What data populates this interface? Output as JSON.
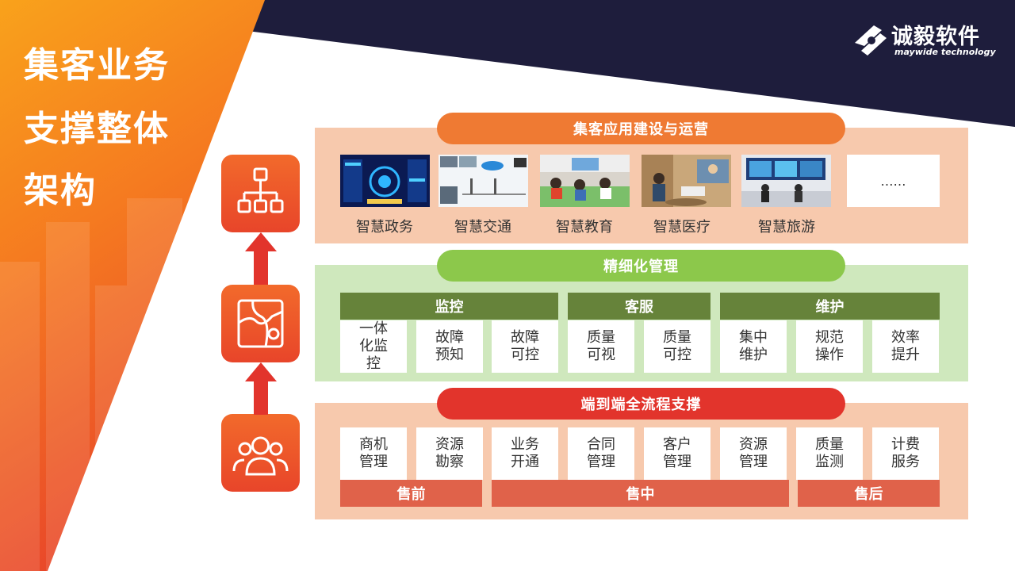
{
  "title": {
    "line1": "集客业务",
    "line2": "支撑整体",
    "line3": "架构"
  },
  "logo": {
    "name": "诚毅软件",
    "tagline": "maywide technology"
  },
  "colors": {
    "orange": "#f58220",
    "red_orange": "#e8452a",
    "navy": "#1e1d3c",
    "orange_panel": "#f7c9ad",
    "green_panel": "#cfe8bd",
    "green_pill": "#8cc84b",
    "green_header": "#66833a",
    "red_pill": "#e2342c",
    "phase_bar": "#e0624a"
  },
  "side_icons": [
    "org-chart-icon",
    "map-icon",
    "user-group-icon"
  ],
  "top": {
    "title": "集客应用建设与运营",
    "apps": [
      {
        "label": "智慧政务",
        "image": "dashboard-screen-image"
      },
      {
        "label": "智慧交通",
        "image": "traffic-diagram-image"
      },
      {
        "label": "智慧教育",
        "image": "classroom-image"
      },
      {
        "label": "智慧医疗",
        "image": "telemedicine-image"
      },
      {
        "label": "智慧旅游",
        "image": "control-room-image"
      }
    ],
    "more": "……"
  },
  "middle": {
    "title": "精细化管理",
    "groups": [
      {
        "label": "监控",
        "items": [
          "一体化监控",
          "故障预知",
          "故障可控"
        ]
      },
      {
        "label": "客服",
        "items": [
          "质量可视",
          "质量可控"
        ]
      },
      {
        "label": "维护",
        "items": [
          "集中维护",
          "规范操作",
          "效率提升"
        ]
      }
    ]
  },
  "bottom": {
    "title": "端到端全流程支撑",
    "items": [
      "商机管理",
      "资源勘察",
      "业务开通",
      "合同管理",
      "客户管理",
      "资源管理",
      "质量监测",
      "计费服务"
    ],
    "phases": [
      "售前",
      "售中",
      "售后"
    ]
  }
}
